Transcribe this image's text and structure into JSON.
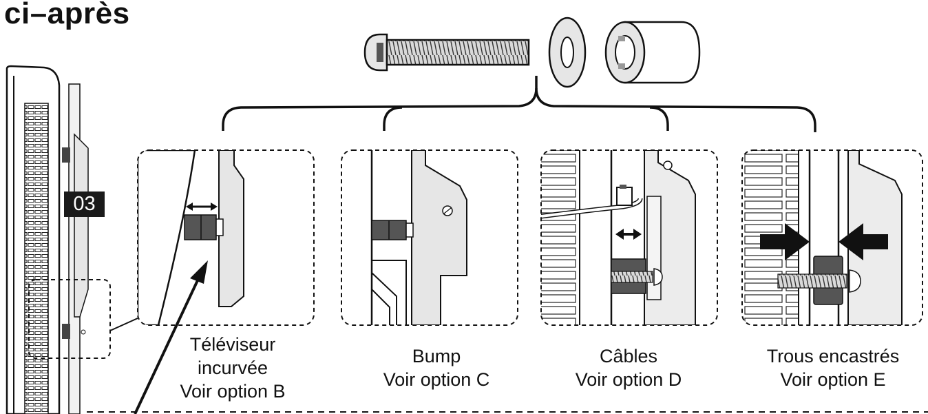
{
  "heading": "ci–après",
  "step_badge": "03",
  "options": [
    {
      "lines": [
        "Téléviseur",
        "incurvée",
        "Voir option B"
      ]
    },
    {
      "lines": [
        "Bump",
        "Voir option C"
      ]
    },
    {
      "lines": [
        "Câbles",
        "Voir option D"
      ]
    },
    {
      "lines": [
        "Trous encastrés",
        "Voir option E"
      ]
    }
  ],
  "parts": [
    "screw-icon",
    "washer-icon",
    "spacer-icon"
  ],
  "colors": {
    "ink": "#111111",
    "fill": "#e6e6e6",
    "dark": "#555555"
  }
}
